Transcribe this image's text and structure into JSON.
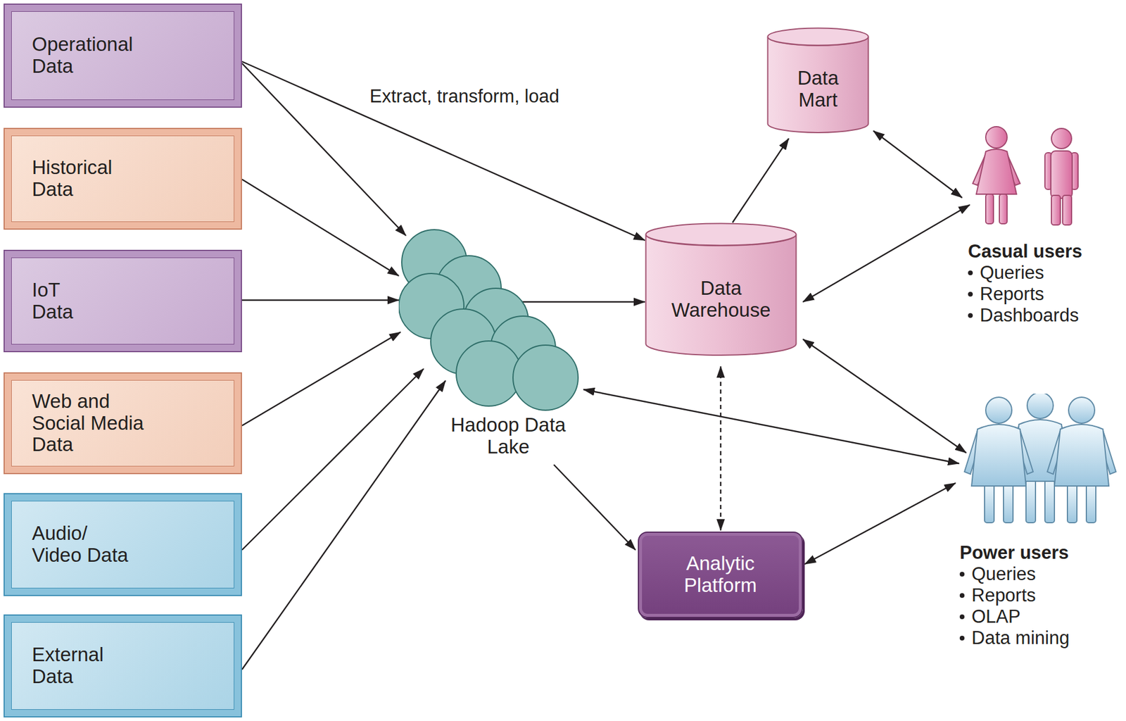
{
  "diagram": {
    "nodes": [
      {
        "text": [
          "Operational Data"
        ]
      },
      {
        "text": [
          "Historical Data"
        ]
      },
      {
        "text": [
          "IoT Data"
        ]
      },
      {
        "text": [
          "Web and Social Media Data"
        ]
      },
      {
        "text": [
          "Audio/ Video Data"
        ]
      },
      {
        "text": [
          "External Data"
        ]
      },
      {
        "text": [
          "Data Mart"
        ]
      },
      {
        "text": [
          "Data Warehouse"
        ]
      },
      {
        "text": [
          "Hadoop Data Lake"
        ]
      },
      {
        "text": [
          "Analytic Platform"
        ]
      },
      {
        "text": [
          "Casual users",
          "Queries",
          "Reports",
          "Dashboards"
        ]
      },
      {
        "text": [
          "Power users",
          "Queries",
          "Reports",
          "OLAP",
          "Data mining"
        ]
      }
    ],
    "edges": [
      {
        "from": 0,
        "to": 8,
        "arrow": "to"
      },
      {
        "from": 1,
        "to": 8,
        "arrow": "to"
      },
      {
        "from": 2,
        "to": 8,
        "arrow": "to"
      },
      {
        "from": 3,
        "to": 8,
        "arrow": "to"
      },
      {
        "from": 4,
        "to": 8,
        "arrow": "to"
      },
      {
        "from": 5,
        "to": 8,
        "arrow": "to"
      },
      {
        "from": 0,
        "to": 7,
        "label": "Extract, transform, load",
        "arrow": "to"
      },
      {
        "from": 8,
        "to": 7,
        "arrow": "to"
      },
      {
        "from": 7,
        "to": 6,
        "arrow": "to"
      },
      {
        "from": 6,
        "to": 10,
        "arrow": "both"
      },
      {
        "from": 7,
        "to": 10,
        "arrow": "both"
      },
      {
        "from": 7,
        "to": 11,
        "arrow": "both"
      },
      {
        "from": 8,
        "to": 11,
        "arrow": "both"
      },
      {
        "from": 8,
        "to": 9,
        "arrow": "to"
      },
      {
        "from": 7,
        "to": 9,
        "arrow": "both"
      },
      {
        "from": 9,
        "to": 11,
        "arrow": "both"
      }
    ]
  }
}
